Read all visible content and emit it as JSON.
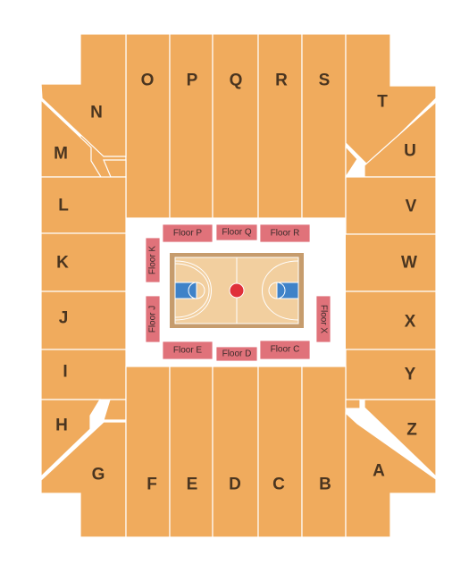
{
  "sections": {
    "A": "A",
    "B": "B",
    "C": "C",
    "D": "D",
    "E": "E",
    "F": "F",
    "G": "G",
    "H": "H",
    "I": "I",
    "J": "J",
    "K": "K",
    "L": "L",
    "M": "M",
    "N": "N",
    "O": "O",
    "P": "P",
    "Q": "Q",
    "R": "R",
    "S": "S",
    "T": "T",
    "U": "U",
    "V": "V",
    "W": "W",
    "X": "X",
    "Y": "Y",
    "Z": "Z"
  },
  "floor_sections": {
    "P": "Floor P",
    "Q": "Floor Q",
    "R": "Floor R",
    "K": "Floor K",
    "J": "Floor J",
    "E": "Floor E",
    "D": "Floor D",
    "C": "Floor C",
    "X": "Floor X"
  },
  "colors": {
    "section": "#f0ab5d",
    "floor_section": "#e0727a",
    "court_wood": "#f2cf9f",
    "court_border": "#c69c6d",
    "paint": "#3f82c8",
    "center_circle": "#e0303a"
  }
}
